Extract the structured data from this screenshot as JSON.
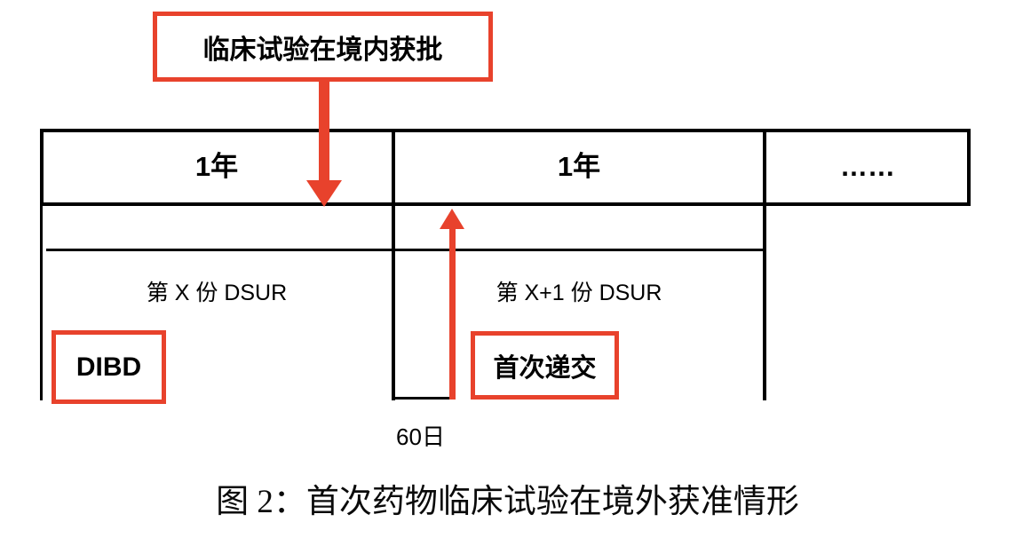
{
  "figure": {
    "annotation_top": "临床试验在境内获批",
    "timeline": {
      "cells": [
        {
          "label": "1年"
        },
        {
          "label": "1年"
        },
        {
          "label": "……"
        }
      ]
    },
    "dsur_labels": {
      "first": "第 X 份 DSUR",
      "second": "第 X+1 份 DSUR"
    },
    "dibd_label": "DIBD",
    "first_submission_label": "首次递交",
    "duration_label": "60日",
    "caption": "图 2：首次药物临床试验在境外获准情形"
  },
  "colors": {
    "accent_red": "#E8422C",
    "line_black": "#000000"
  }
}
